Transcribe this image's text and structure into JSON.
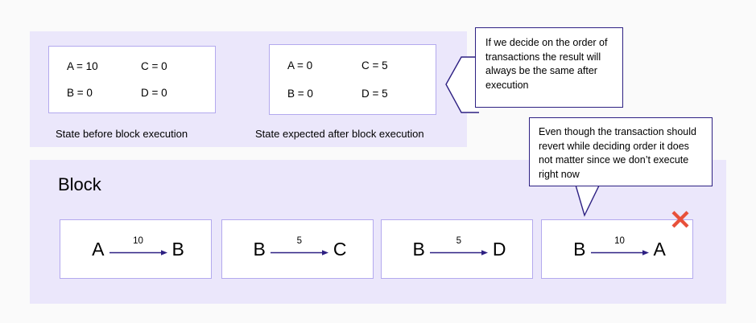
{
  "colors": {
    "panel_bg": "#ebe7fb",
    "page_bg": "#fafafa",
    "box_border": "#b3a9ee",
    "callout_border": "#2d2082",
    "arrow": "#2d2082",
    "revert_mark": "#e8503a"
  },
  "states": {
    "before": {
      "caption": "State before block execution",
      "cells": [
        "A = 10",
        "C = 0",
        "B = 0",
        "D = 0"
      ]
    },
    "after": {
      "caption": "State expected after block execution",
      "cells": [
        "A = 0",
        "C = 5",
        "B = 0",
        "D = 5"
      ]
    }
  },
  "block": {
    "title": "Block",
    "transactions": [
      {
        "from": "A",
        "amount": "10",
        "to": "B",
        "reverts": false
      },
      {
        "from": "B",
        "amount": "5",
        "to": "C",
        "reverts": false
      },
      {
        "from": "B",
        "amount": "5",
        "to": "D",
        "reverts": false
      },
      {
        "from": "B",
        "amount": "10",
        "to": "A",
        "reverts": true
      }
    ]
  },
  "callouts": {
    "order": {
      "text": "If we decide on the order of transactions the result will always be the same after execution",
      "icon": "callout-left-tail"
    },
    "revert": {
      "text": "Even though the transaction should revert while deciding order it does not matter since we don’t execute right now",
      "icon": "callout-down-tail"
    }
  },
  "icons": {
    "revert_x": "red-x-icon",
    "arrow": "arrow-right-icon"
  }
}
